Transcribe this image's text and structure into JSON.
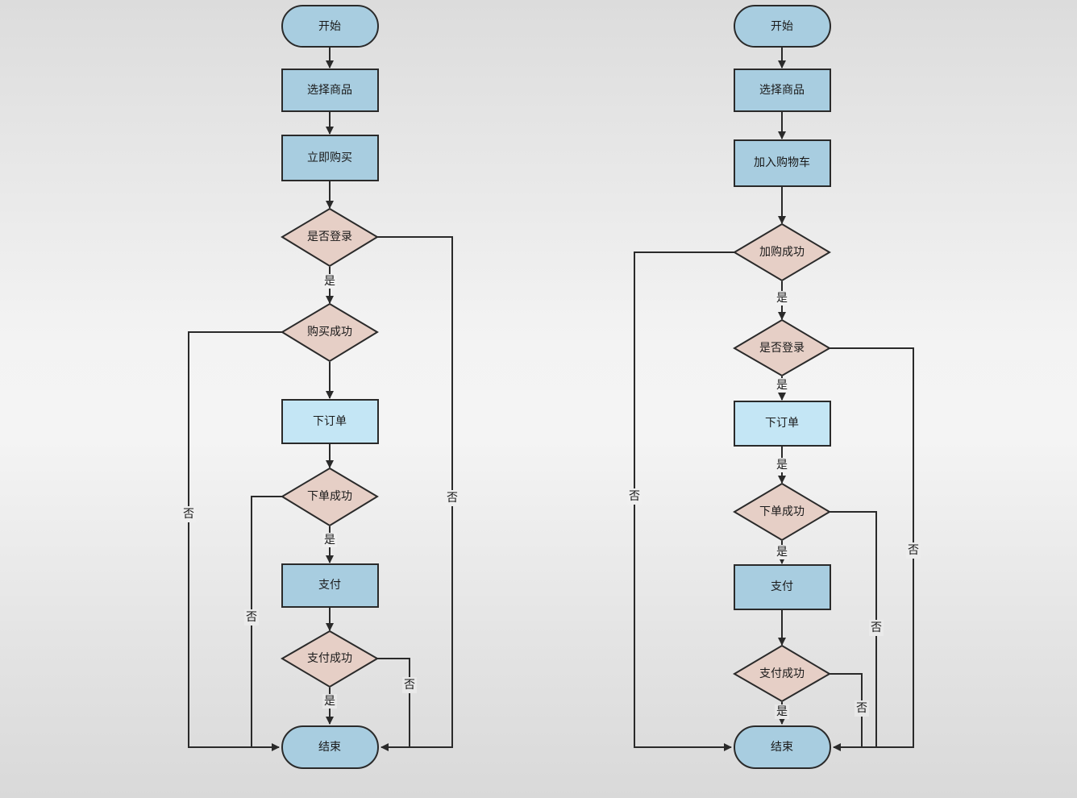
{
  "colors": {
    "terminator_fill": "#a8cde0",
    "process_fill": "#a8cde0",
    "process_light_fill": "#c4e6f5",
    "decision_fill": "#e6cfc6",
    "stroke": "#2a2a2a"
  },
  "flow_left": {
    "start": "开始",
    "select": "选择商品",
    "buy_now": "立即购买",
    "check_login": "是否登录",
    "buy_success": "购买成功",
    "place_order": "下订单",
    "order_success": "下单成功",
    "pay": "支付",
    "pay_success": "支付成功",
    "end": "结束",
    "label_login_yes": "是",
    "label_order_yes": "是",
    "label_pay_yes": "是",
    "label_login_no": "否",
    "label_buy_no": "否",
    "label_order_no": "否",
    "label_pay_no": "否"
  },
  "flow_right": {
    "start": "开始",
    "select": "选择商品",
    "add_cart": "加入购物车",
    "cart_success": "加购成功",
    "check_login": "是否登录",
    "place_order": "下订单",
    "order_success": "下单成功",
    "pay": "支付",
    "pay_success": "支付成功",
    "end": "结束",
    "label_cart_yes": "是",
    "label_login_yes": "是",
    "label_placeorder_yes": "是",
    "label_order_yes": "是",
    "label_pay_yes": "是",
    "label_cart_no": "否",
    "label_login_no": "否",
    "label_order_no": "否",
    "label_pay_no": "否"
  }
}
